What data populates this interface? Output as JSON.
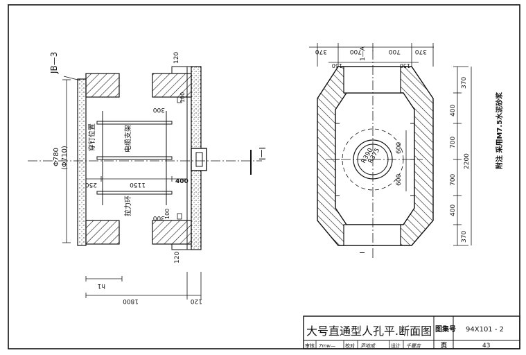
{
  "title_block": {
    "title": "大号直通型人孔平.断面图",
    "atlas_label": "图集号",
    "atlas_no": "94X101 - 2",
    "page_label": "页",
    "page_no": "43",
    "review_label": "审核",
    "check_label": "校对",
    "design_label": "设计",
    "review_sig": "7mw—",
    "check_sig": "尹地成",
    "design_sig": "千瞿吉"
  },
  "left_section": {
    "jb3": "JB—3",
    "dim_780": "Φ780",
    "dim_710": "(Φ710)",
    "dim_120_top": "120",
    "dim_100_top": "100",
    "dim_300_top": "300",
    "dim_250": "250",
    "dim_1150": "1150",
    "dim_400": "400",
    "dim_300_bot": "300",
    "dim_100_bot": "100",
    "dim_120_bot": "120",
    "dim_h1": "h1",
    "dim_1800": "1800",
    "dim_120_base": "120",
    "label_nail": "穿钉位置",
    "label_cable": "电缆支架",
    "label_ring": "拉力环",
    "cut_mark": "I—I"
  },
  "plan": {
    "dim_370_l": "370",
    "dim_700_l": "700",
    "dim_700_r": "700",
    "dim_370_r": "370",
    "dim_150_l": "150",
    "dim_150_r": "150",
    "cut_top": "1—A",
    "cut_bot": "I",
    "r_outer": "R390",
    "r_inner": "R375",
    "dim_600_up": "600",
    "dim_600_dn": "600",
    "v_370_top": "370",
    "v_400_top": "400",
    "v_700_top": "700",
    "v_2200": "2200",
    "v_700_bot": "700",
    "v_400_bot": "400",
    "v_370_bot": "370"
  },
  "note": "附注  采用M7.5水泥砂浆"
}
